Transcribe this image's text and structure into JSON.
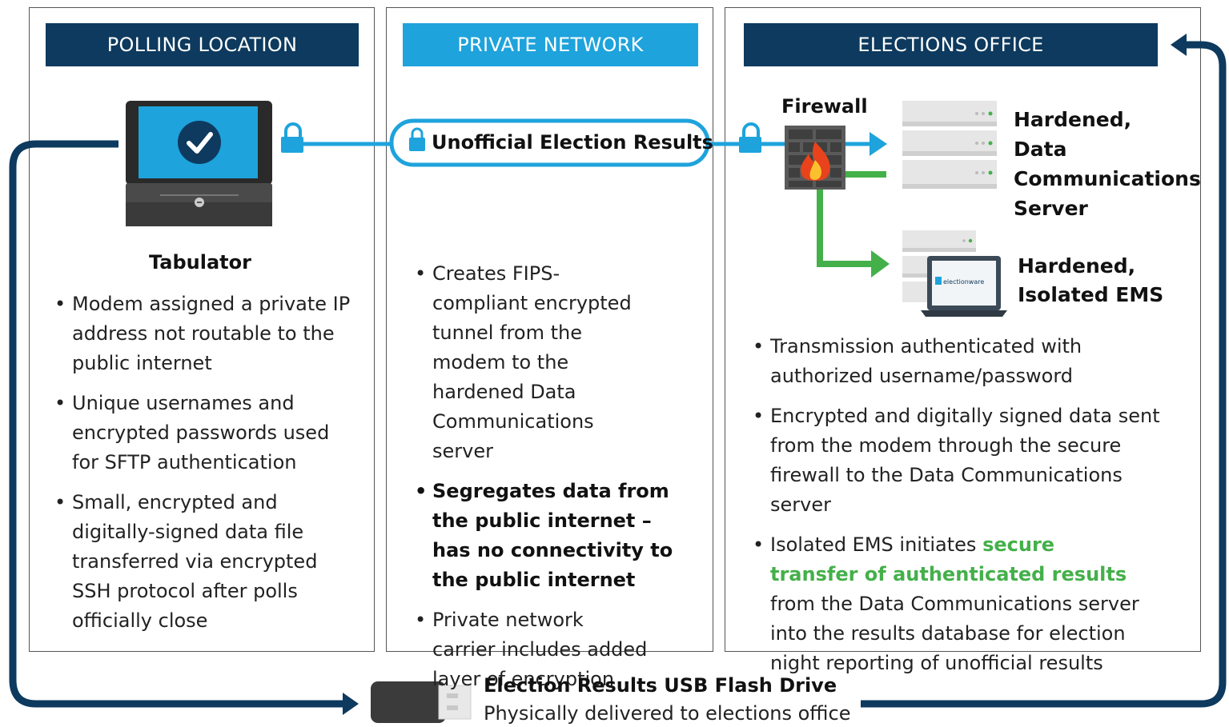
{
  "polling": {
    "header": "POLLING LOCATION",
    "device_label": "Tabulator",
    "bullets": [
      "Modem assigned a private IP address not routable to the public internet",
      "Unique usernames and encrypted passwords used for SFTP authentication",
      "Small, encrypted and digitally-signed data file transferred via encrypted SSH protocol after polls officially close"
    ]
  },
  "private_network": {
    "header": "PRIVATE NETWORK",
    "tunnel_label": "Unofficial Election Results",
    "bullets": [
      "Creates FIPS-compliant encrypted tunnel from the modem to the hardened Data Communications server",
      "Segregates data from the public internet – has no connectivity to the public internet",
      "Private network carrier includes added layer of encryption"
    ]
  },
  "elections_office": {
    "header": "ELECTIONS OFFICE",
    "firewall_label": "Firewall",
    "server_label": "Hardened, Data Communications Server",
    "ems_label": "Hardened, Isolated EMS",
    "laptop_screen_text": "electionware",
    "bullets": [
      "Transmission authenticated with authorized username/password",
      "Encrypted and digitally signed data sent from the modem through the secure firewall to the Data Communications server"
    ],
    "bullet3_pre": "Isolated EMS initiates ",
    "bullet3_highlight": "secure transfer of authenticated results",
    "bullet3_post": " from the Data Communications server into the results database for election night reporting of unofficial results"
  },
  "usb": {
    "title": "Election Results USB Flash Drive",
    "subtitle": "Physically delivered to elections office"
  },
  "colors": {
    "navy": "#0d3a5e",
    "cyan": "#1ea3dc",
    "green": "#44b04a",
    "fire": "#e8431c"
  }
}
